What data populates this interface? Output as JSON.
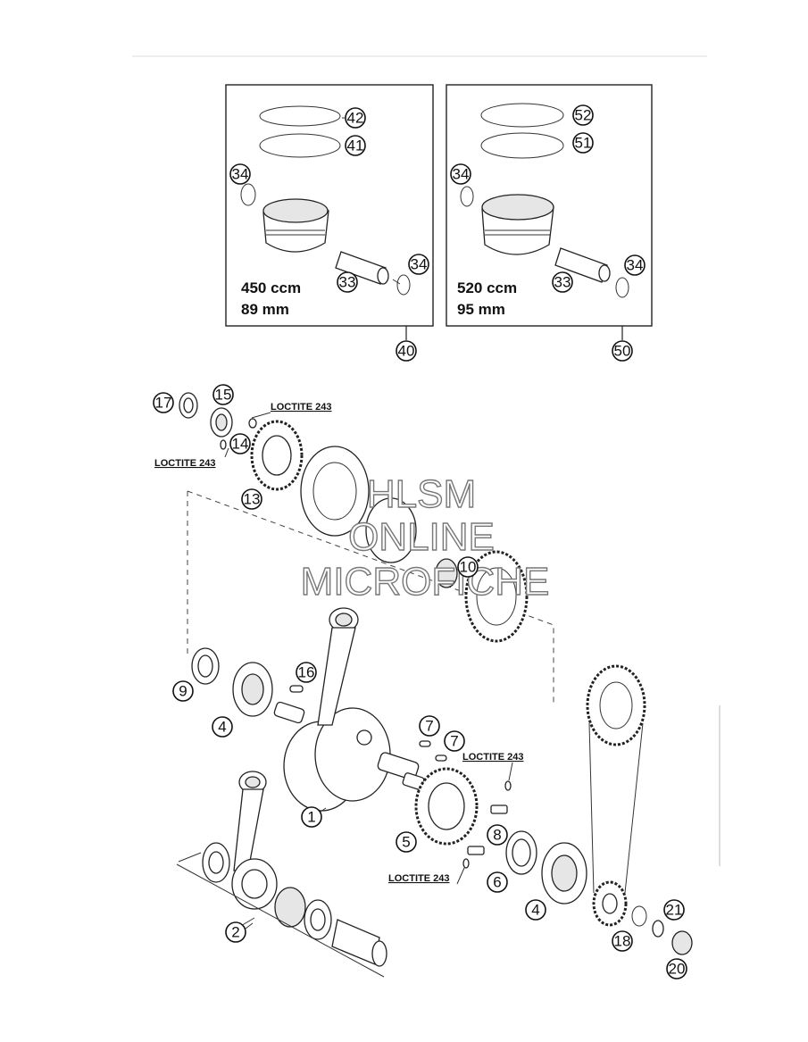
{
  "panels": [
    {
      "id": "40",
      "capacity": "450 ccm",
      "bore": "89 mm"
    },
    {
      "id": "50",
      "capacity": "520 ccm",
      "bore": "95 mm"
    }
  ],
  "loctite_label": "LOCTITE 243",
  "watermark": {
    "line1": "HLSM",
    "line2": "ONLINE",
    "line3": "MICROFICHE"
  },
  "callouts": [
    "42",
    "41",
    "34",
    "33",
    "40",
    "52",
    "51",
    "50",
    "17",
    "15",
    "14",
    "13",
    "10",
    "16",
    "9",
    "4",
    "7",
    "1",
    "5",
    "8",
    "6",
    "2",
    "18",
    "21",
    "20"
  ]
}
